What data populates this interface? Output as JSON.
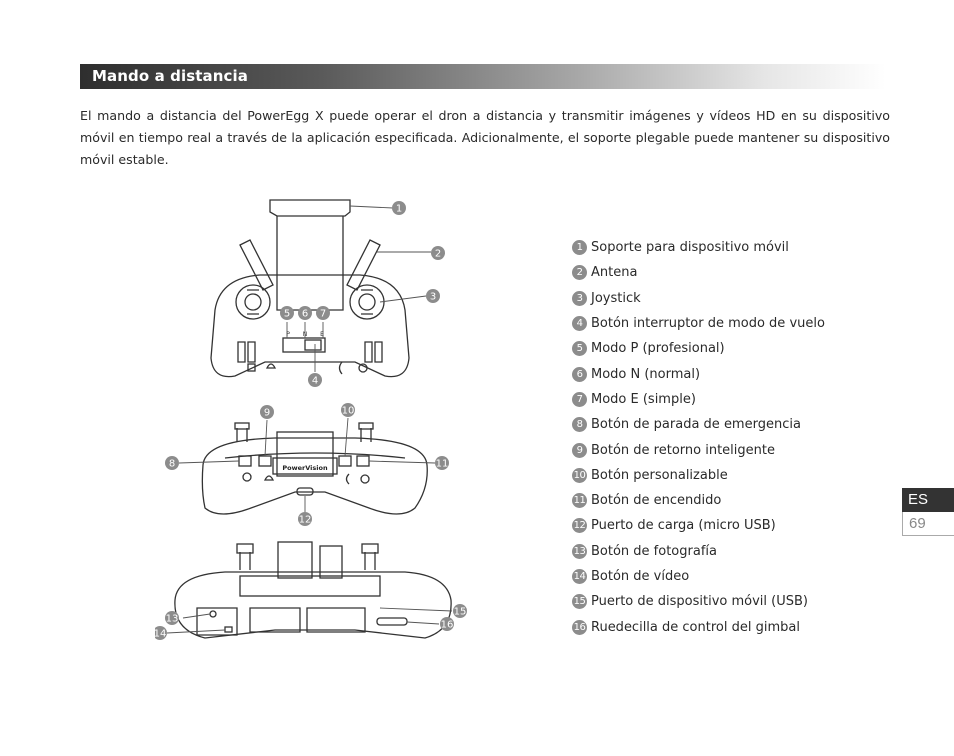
{
  "section": {
    "title": "Mando a distancia"
  },
  "intro": "El mando a distancia del PowerEgg X puede operar el dron a distancia y transmitir imágenes y vídeos HD en su dispositivo móvil en tiempo real a través de la aplicación especificada. Adicionalmente, el soporte plegable puede mantener su dispositivo móvil estable.",
  "diagram": {
    "brand": "PowerVision",
    "mode_letters": [
      "P",
      "N",
      "E"
    ],
    "callouts": [
      "1",
      "2",
      "3",
      "4",
      "5",
      "6",
      "7",
      "8",
      "9",
      "10",
      "11",
      "12",
      "13",
      "14",
      "15",
      "16"
    ]
  },
  "legend": [
    {
      "num": "1",
      "label": "Soporte para dispositivo móvil"
    },
    {
      "num": "2",
      "label": "Antena"
    },
    {
      "num": "3",
      "label": "Joystick"
    },
    {
      "num": "4",
      "label": "Botón interruptor de modo de vuelo"
    },
    {
      "num": "5",
      "label": "Modo P (profesional)"
    },
    {
      "num": "6",
      "label": "Modo N (normal)"
    },
    {
      "num": "7",
      "label": "Modo E (simple)"
    },
    {
      "num": "8",
      "label": "Botón de parada de emergencia"
    },
    {
      "num": "9",
      "label": "Botón de retorno inteligente"
    },
    {
      "num": "10",
      "label": "Botón personalizable"
    },
    {
      "num": "11",
      "label": "Botón de encendido"
    },
    {
      "num": "12",
      "label": "Puerto de carga (micro USB)"
    },
    {
      "num": "13",
      "label": "Botón de fotografía"
    },
    {
      "num": "14",
      "label": "Botón de vídeo"
    },
    {
      "num": "15",
      "label": "Puerto de dispositivo móvil (USB)"
    },
    {
      "num": "16",
      "label": "Ruedecilla de control del gimbal"
    }
  ],
  "page": {
    "lang": "ES",
    "number": "69"
  }
}
